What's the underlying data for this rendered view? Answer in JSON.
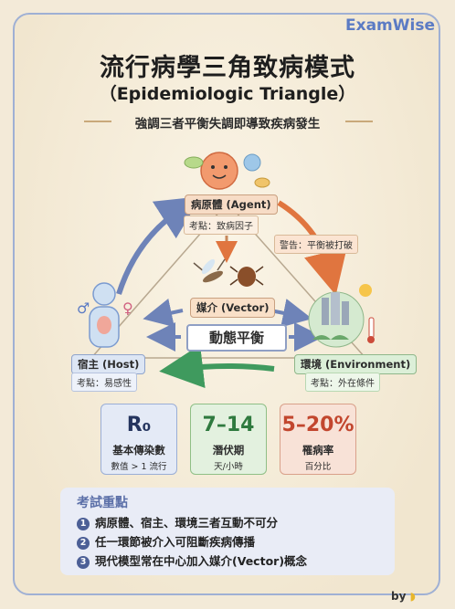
{
  "brand": "ExamWise",
  "title": "流行病學三角致病模式",
  "subtitle": "（Epidemiologic Triangle）",
  "tagline": "強調三者平衡失調即導致疾病發生",
  "agent": {
    "label": "病原體 (Agent)",
    "note": "考點：致病因子"
  },
  "warning": "警告：平衡被打破",
  "vector": {
    "label": "媒介 (Vector)"
  },
  "balance": "動態平衡",
  "host": {
    "label": "宿主 (Host)",
    "note": "考點：易感性"
  },
  "environment": {
    "label": "環境 (Environment)",
    "note": "考點：外在條件"
  },
  "stats": [
    {
      "big": "R₀",
      "label": "基本傳染數",
      "sub": "數值 > 1 流行"
    },
    {
      "big": "7–14",
      "label": "潛伏期",
      "sub": "天/小時"
    },
    {
      "big": "5–20%",
      "label": "罹病率",
      "sub": "百分比"
    }
  ],
  "exam": {
    "title": "考試重點",
    "items": [
      {
        "num": "1",
        "text": "病原體、宿主、環境三者互動不可分"
      },
      {
        "num": "2",
        "text": "任一環節被介入可阻斷疾病傳播"
      },
      {
        "num": "3",
        "text": "現代模型常在中心加入媒介(Vector)概念"
      }
    ]
  },
  "footer": "by",
  "colors": {
    "accent": "#5b7bc4",
    "agent": "#e07a5f",
    "host": "#7b9bd0",
    "env": "#6aa86b"
  }
}
